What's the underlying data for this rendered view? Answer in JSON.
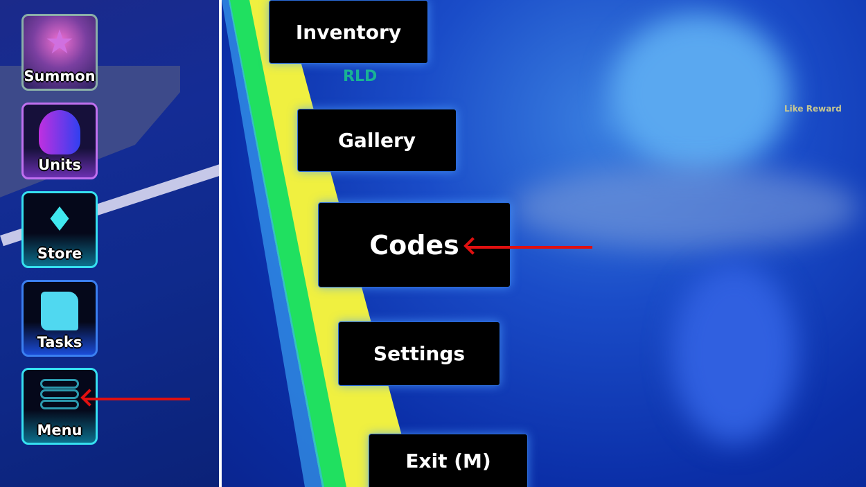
{
  "sidebar": {
    "items": [
      {
        "label": "Summon",
        "icon": "star-icon"
      },
      {
        "label": "Units",
        "icon": "unit-silhouette-icon"
      },
      {
        "label": "Store",
        "icon": "diamond-icon"
      },
      {
        "label": "Tasks",
        "icon": "scroll-icon"
      },
      {
        "label": "Menu",
        "icon": "hamburger-icon"
      }
    ]
  },
  "menu": {
    "items": [
      {
        "label": "Inventory"
      },
      {
        "label": "Gallery"
      },
      {
        "label": "Codes"
      },
      {
        "label": "Settings"
      },
      {
        "label": "Exit (M)"
      }
    ]
  },
  "world": {
    "sign_text": "RLD",
    "like_reward": "Like Reward"
  },
  "annotations": {
    "arrow_color": "#e01010"
  }
}
